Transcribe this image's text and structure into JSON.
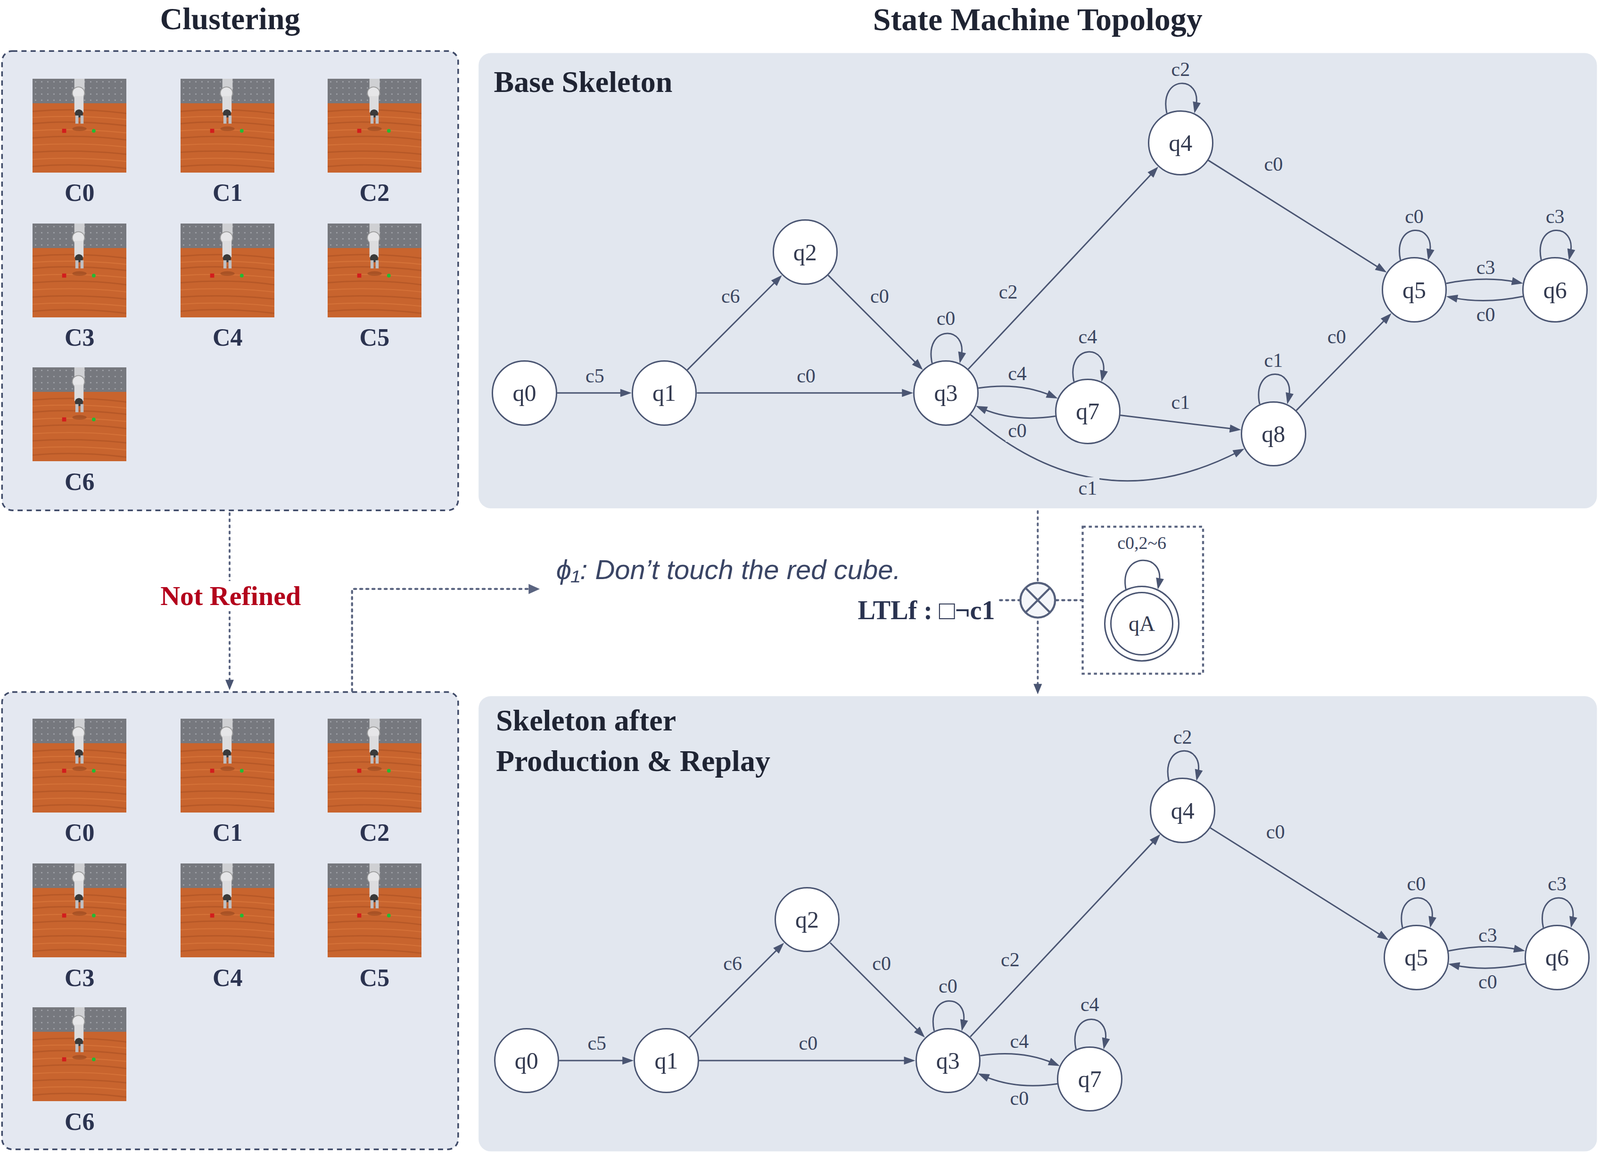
{
  "diagram": {
    "nodes": [
      {
        "text": [
          "Clustering"
        ]
      },
      {
        "text": [
          "C0"
        ],
        "in": 0
      },
      {
        "text": [
          "C1"
        ],
        "in": 0
      },
      {
        "text": [
          "C2"
        ],
        "in": 0
      },
      {
        "text": [
          "C3"
        ],
        "in": 0
      },
      {
        "text": [
          "C4"
        ],
        "in": 0
      },
      {
        "text": [
          "C5"
        ],
        "in": 0
      },
      {
        "text": [
          "C6"
        ],
        "in": 0
      },
      {
        "text": []
      },
      {
        "text": [
          "C0"
        ],
        "in": 8
      },
      {
        "text": [
          "C1"
        ],
        "in": 8
      },
      {
        "text": [
          "C2"
        ],
        "in": 8
      },
      {
        "text": [
          "C3"
        ],
        "in": 8
      },
      {
        "text": [
          "C4"
        ],
        "in": 8
      },
      {
        "text": [
          "C5"
        ],
        "in": 8
      },
      {
        "text": [
          "C6"
        ],
        "in": 8
      },
      {
        "text": [
          "Base Skeleton"
        ]
      },
      {
        "text": [
          "q0"
        ],
        "in": 16
      },
      {
        "text": [
          "q1"
        ],
        "in": 16
      },
      {
        "text": [
          "q2"
        ],
        "in": 16
      },
      {
        "text": [
          "q3"
        ],
        "in": 16
      },
      {
        "text": [
          "q4"
        ],
        "in": 16
      },
      {
        "text": [
          "q5"
        ],
        "in": 16
      },
      {
        "text": [
          "q6"
        ],
        "in": 16
      },
      {
        "text": [
          "q7"
        ],
        "in": 16
      },
      {
        "text": [
          "q8"
        ],
        "in": 16
      },
      {
        "text": [
          "Skeleton after Production & Replay"
        ]
      },
      {
        "text": [
          "q0"
        ],
        "in": 26
      },
      {
        "text": [
          "q1"
        ],
        "in": 26
      },
      {
        "text": [
          "q2"
        ],
        "in": 26
      },
      {
        "text": [
          "q3"
        ],
        "in": 26
      },
      {
        "text": [
          "q4"
        ],
        "in": 26
      },
      {
        "text": [
          "q5"
        ],
        "in": 26
      },
      {
        "text": [
          "q6"
        ],
        "in": 26
      },
      {
        "text": [
          "q7"
        ],
        "in": 26
      },
      {
        "text": [
          "qA"
        ]
      }
    ],
    "edges": [
      {
        "from": 0,
        "to": 8,
        "label": "Not Refined",
        "arrow": "to"
      },
      {
        "from": 16,
        "to": 26,
        "arrow": "to"
      },
      {
        "from": 17,
        "to": 18,
        "label": "c5",
        "arrow": "to"
      },
      {
        "from": 18,
        "to": 19,
        "label": "c6",
        "arrow": "to"
      },
      {
        "from": 18,
        "to": 20,
        "label": "c0",
        "arrow": "to"
      },
      {
        "from": 19,
        "to": 20,
        "label": "c0",
        "arrow": "to"
      },
      {
        "from": 20,
        "to": 20,
        "label": "c0",
        "arrow": "to"
      },
      {
        "from": 20,
        "to": 21,
        "label": "c2",
        "arrow": "to"
      },
      {
        "from": 21,
        "to": 21,
        "label": "c2",
        "arrow": "to"
      },
      {
        "from": 21,
        "to": 22,
        "label": "c0",
        "arrow": "to"
      },
      {
        "from": 20,
        "to": 24,
        "label": "c4",
        "arrow": "to"
      },
      {
        "from": 24,
        "to": 20,
        "label": "c0",
        "arrow": "to"
      },
      {
        "from": 24,
        "to": 24,
        "label": "c4",
        "arrow": "to"
      },
      {
        "from": 24,
        "to": 25,
        "label": "c1",
        "arrow": "to"
      },
      {
        "from": 20,
        "to": 25,
        "label": "c1",
        "arrow": "to"
      },
      {
        "from": 25,
        "to": 25,
        "label": "c1",
        "arrow": "to"
      },
      {
        "from": 25,
        "to": 22,
        "label": "c0",
        "arrow": "to"
      },
      {
        "from": 22,
        "to": 22,
        "label": "c0",
        "arrow": "to"
      },
      {
        "from": 22,
        "to": 23,
        "label": "c3",
        "arrow": "to"
      },
      {
        "from": 23,
        "to": 22,
        "label": "c0",
        "arrow": "to"
      },
      {
        "from": 23,
        "to": 23,
        "label": "c3",
        "arrow": "to"
      },
      {
        "from": 27,
        "to": 28,
        "label": "c5",
        "arrow": "to"
      },
      {
        "from": 28,
        "to": 29,
        "label": "c6",
        "arrow": "to"
      },
      {
        "from": 28,
        "to": 30,
        "label": "c0",
        "arrow": "to"
      },
      {
        "from": 29,
        "to": 30,
        "label": "c0",
        "arrow": "to"
      },
      {
        "from": 30,
        "to": 30,
        "label": "c0",
        "arrow": "to"
      },
      {
        "from": 30,
        "to": 31,
        "label": "c2",
        "arrow": "to"
      },
      {
        "from": 31,
        "to": 31,
        "label": "c2",
        "arrow": "to"
      },
      {
        "from": 31,
        "to": 32,
        "label": "c0",
        "arrow": "to"
      },
      {
        "from": 30,
        "to": 34,
        "label": "c4",
        "arrow": "to"
      },
      {
        "from": 34,
        "to": 30,
        "label": "c0",
        "arrow": "to"
      },
      {
        "from": 34,
        "to": 34,
        "label": "c4",
        "arrow": "to"
      },
      {
        "from": 32,
        "to": 32,
        "label": "c0",
        "arrow": "to"
      },
      {
        "from": 32,
        "to": 33,
        "label": "c3",
        "arrow": "to"
      },
      {
        "from": 33,
        "to": 32,
        "label": "c0",
        "arrow": "to"
      },
      {
        "from": 33,
        "to": 33,
        "label": "c3",
        "arrow": "to"
      },
      {
        "from": 35,
        "to": 35,
        "label": "c0,2~6",
        "arrow": "to"
      }
    ],
    "labels": [
      "State Machine Topology",
      "ϕ₁: Don’t touch the red cube.",
      "LTLf : □¬c1"
    ]
  }
}
